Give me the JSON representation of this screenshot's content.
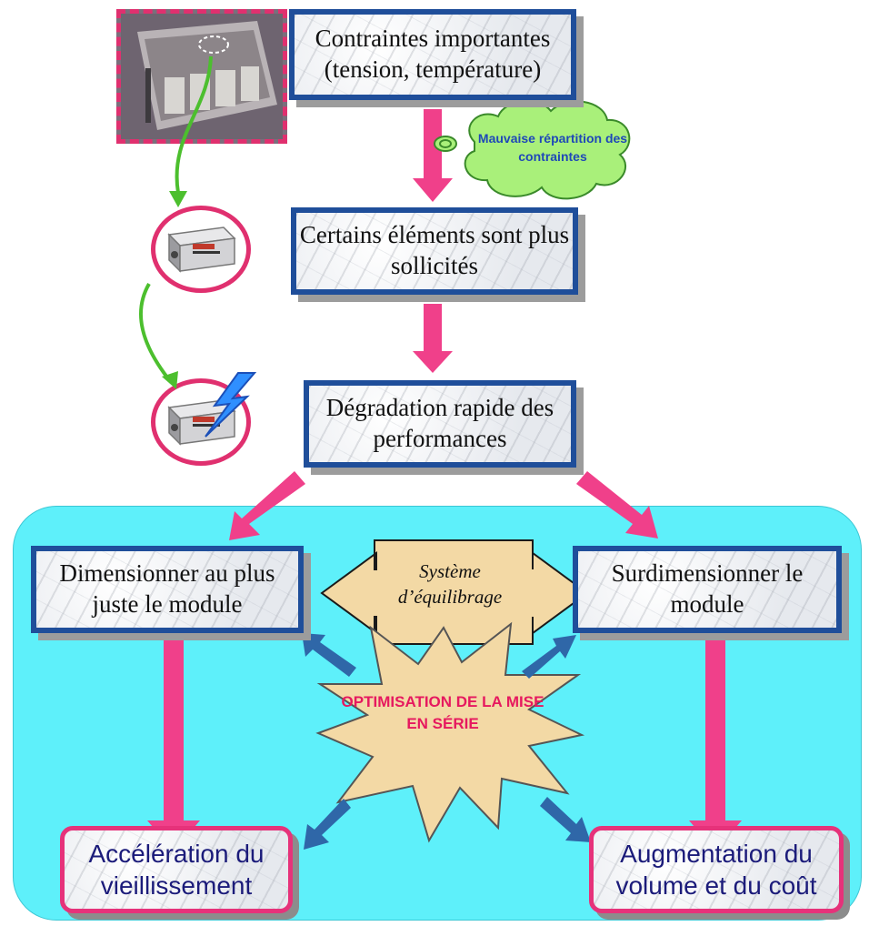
{
  "boxes": {
    "contraintes": "Contraintes importantes (tension, température)",
    "certains": "Certains éléments sont plus sollicités",
    "degradation": "Dégradation rapide des performances",
    "dimensionner": "Dimensionner au plus juste le module",
    "surdimensionner": "Surdimensionner le module",
    "acceleration": "Accélération du vieillissement",
    "augmentation": "Augmentation du volume et du coût"
  },
  "cloud": {
    "text": "Mauvaise répartition des contraintes"
  },
  "equilibrage": {
    "text": "Système d’équilibrage"
  },
  "star": {
    "text": "OPTIMISATION DE LA MISE EN SÉRIE"
  },
  "colors": {
    "box_border": "#1f4e9a",
    "pink_arrow": "#f0408a",
    "green_arrow": "#4cbf2e",
    "blue_arrow": "#2f67a8",
    "cyan_panel": "#5ef0fa",
    "star_fill": "#f3d9a5",
    "cloud_fill": "#a9f07a"
  },
  "icons": [
    "photo-module-assembly",
    "module-icon",
    "module-failure-icon",
    "lightning-icon"
  ]
}
